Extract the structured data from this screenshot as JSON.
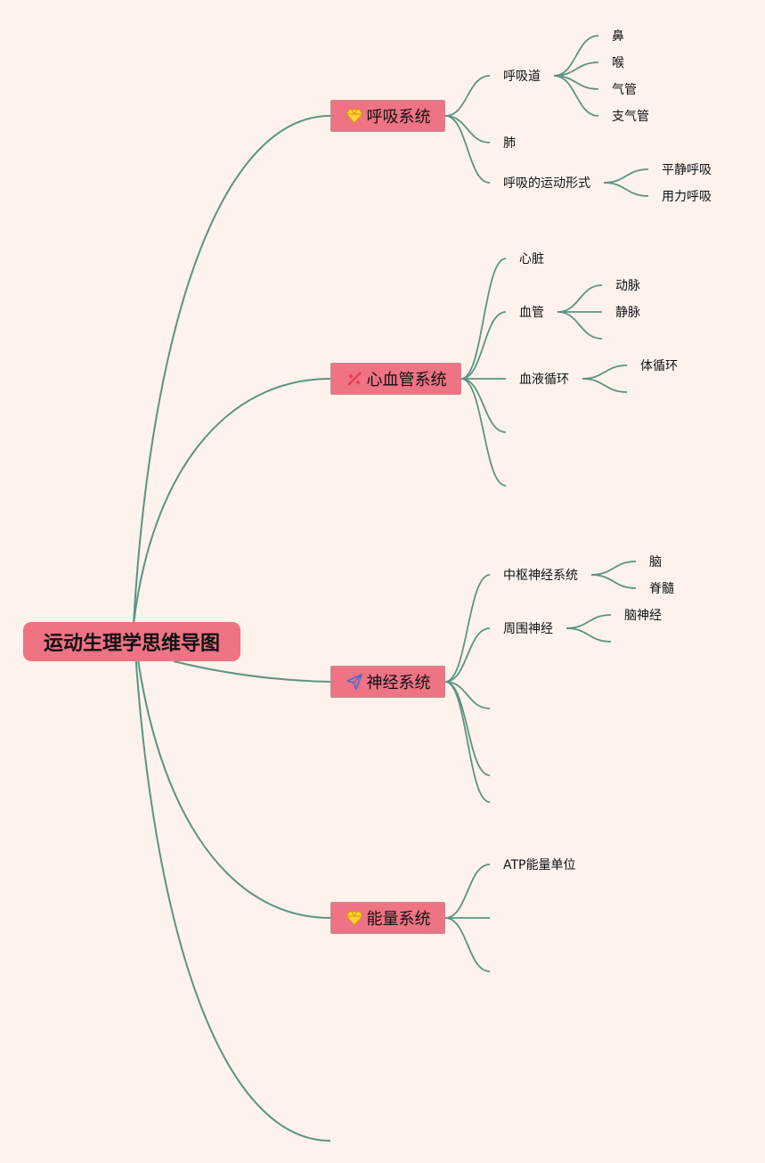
{
  "root": {
    "title": "运动生理学思维导图"
  },
  "branches": [
    {
      "label": "呼吸系统",
      "icon": "diamond-icon",
      "children": [
        {
          "label": "呼吸道",
          "children": [
            "鼻",
            "喉",
            "气管",
            "支气管"
          ]
        },
        {
          "label": "肺"
        },
        {
          "label": "呼吸的运动形式",
          "children": [
            "平静呼吸",
            "用力呼吸"
          ]
        }
      ]
    },
    {
      "label": "心血管系统",
      "icon": "sparkle-icon",
      "children": [
        {
          "label": "心脏"
        },
        {
          "label": "血管",
          "children": [
            "动脉",
            "静脉"
          ]
        },
        {
          "label": "血液循环",
          "children": [
            "体循环"
          ]
        }
      ]
    },
    {
      "label": "神经系统",
      "icon": "paper-plane-icon",
      "children": [
        {
          "label": "中枢神经系统",
          "children": [
            "脑",
            "脊髓"
          ]
        },
        {
          "label": "周围神经",
          "children": [
            "脑神经"
          ]
        }
      ]
    },
    {
      "label": "能量系统",
      "icon": "diamond-icon",
      "children": [
        {
          "label": "ATP能量单位"
        }
      ]
    }
  ],
  "colors": {
    "background": "#fdf2ec",
    "node": "#ee7384",
    "line": "#5b9481"
  }
}
